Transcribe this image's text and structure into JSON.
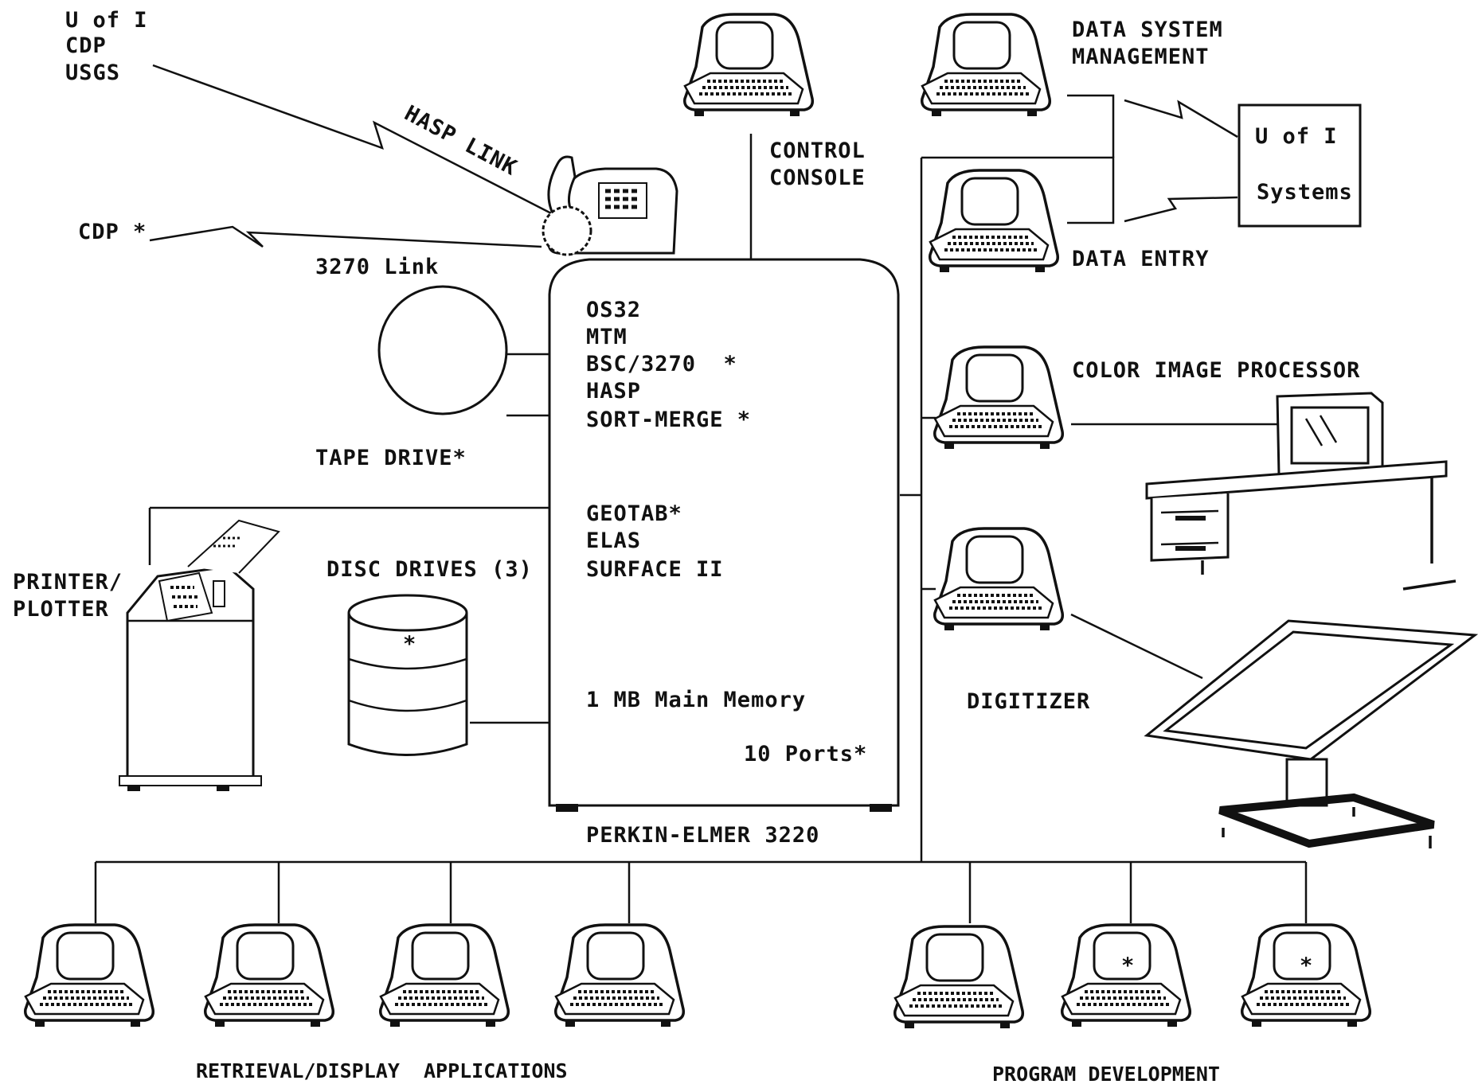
{
  "remote": {
    "lines": [
      "U of I",
      "CDP",
      "USGS"
    ],
    "hasp_link": "HASP LINK",
    "cdp_star": "CDP *",
    "link_3270": "3270 Link"
  },
  "tape_drive": "TAPE DRIVE*",
  "printer": [
    "PRINTER/",
    "PLOTTER"
  ],
  "disc_drives": "DISC DRIVES (3)",
  "disc_star": "*",
  "computer": {
    "software_top": [
      "OS32",
      "MTM",
      "BSC/3270  *",
      "HASP",
      "SORT-MERGE *"
    ],
    "software_apps": [
      "GEOTAB*",
      "ELAS",
      "SURFACE II"
    ],
    "memory": "1 MB Main Memory",
    "ports": "10 Ports*",
    "name": "PERKIN-ELMER 3220"
  },
  "control_console": [
    "CONTROL",
    "CONSOLE"
  ],
  "data_system_management": [
    "DATA SYSTEM",
    "MANAGEMENT"
  ],
  "data_entry": "DATA ENTRY",
  "uofi_systems": [
    "U of I",
    "Systems"
  ],
  "color_image_processor": "COLOR IMAGE PROCESSOR",
  "digitizer": "DIGITIZER",
  "retrieval": "RETRIEVAL/DISPLAY  APPLICATIONS",
  "program_development": "PROGRAM DEVELOPMENT",
  "terminal_stars": [
    "*",
    "*"
  ]
}
